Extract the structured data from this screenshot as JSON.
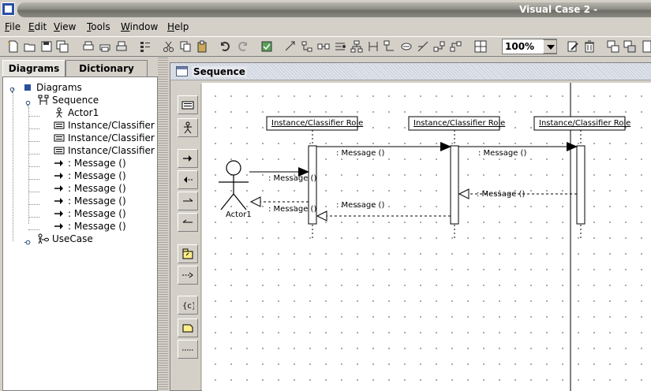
{
  "window": {
    "title": "Visual Case 2 -"
  },
  "menu": [
    "File",
    "Edit",
    "View",
    "Tools",
    "Window",
    "Help"
  ],
  "toolbar": {
    "zoom": "100%"
  },
  "left_panel": {
    "tabs": [
      "Diagrams",
      "Dictionary"
    ],
    "tree": {
      "root": "Diagrams",
      "sequence": "Sequence",
      "children": [
        {
          "icon": "actor-icon",
          "label": "Actor1"
        },
        {
          "icon": "classifier-icon",
          "label": "Instance/Classifier Role"
        },
        {
          "icon": "classifier-icon",
          "label": "Instance/Classifier Role"
        },
        {
          "icon": "classifier-icon",
          "label": "Instance/Classifier Role"
        },
        {
          "icon": "message-icon",
          "label": ": Message ()"
        },
        {
          "icon": "message-icon",
          "label": ": Message ()"
        },
        {
          "icon": "message-icon",
          "label": ": Message ()"
        },
        {
          "icon": "message-icon",
          "label": ": Message ()"
        },
        {
          "icon": "message-icon",
          "label": ": Message ()"
        },
        {
          "icon": "message-icon",
          "label": ": Message ()"
        }
      ],
      "usecase": "UseCase"
    }
  },
  "diagram": {
    "title": "Sequence",
    "actor": "Actor1",
    "roles": [
      "Instance/Classifier Role",
      "Instance/Classifier Role",
      "Instance/Classifier Role"
    ],
    "messages": [
      ": Message ()",
      ": Message ()",
      ": Message ()",
      ": Message ()",
      ": Message ()",
      ": Message ()"
    ]
  }
}
